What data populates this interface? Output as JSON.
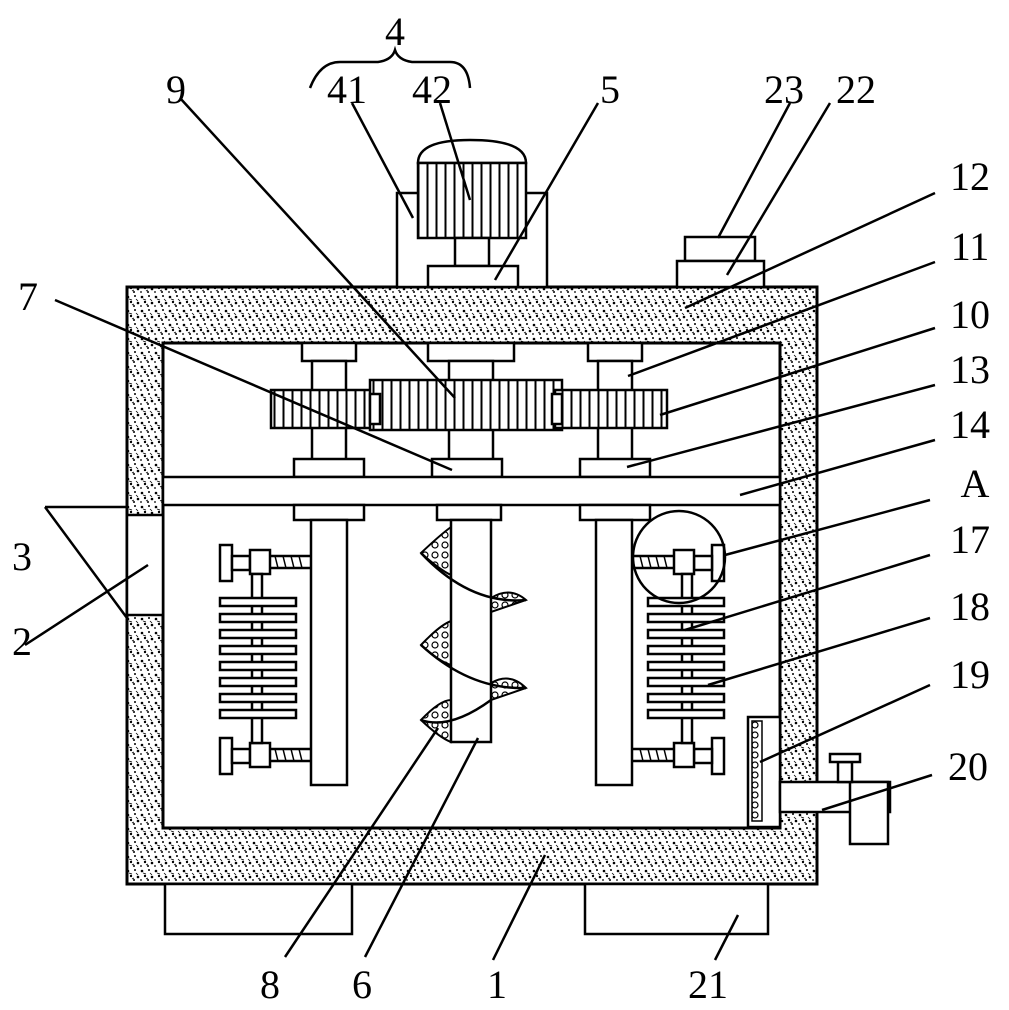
{
  "labels": {
    "l4": "4",
    "l41": "41",
    "l42": "42",
    "l5": "5",
    "l9": "9",
    "l23": "23",
    "l22": "22",
    "l12": "12",
    "l11": "11",
    "l10": "10",
    "l13": "13",
    "l14": "14",
    "lA": "A",
    "l17": "17",
    "l18": "18",
    "l19": "19",
    "l20": "20",
    "l7": "7",
    "l3": "3",
    "l2": "2",
    "l8": "8",
    "l6": "6",
    "l1": "1",
    "l21": "21"
  },
  "colors": {
    "line": "#000000",
    "background": "#ffffff"
  }
}
